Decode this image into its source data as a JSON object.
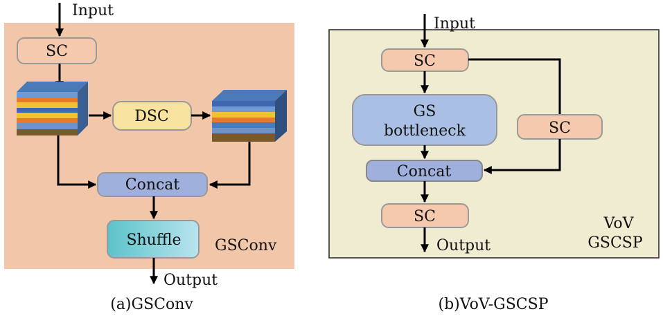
{
  "colors": {
    "panel_a_bg": "#f2c6a8",
    "panel_b_bg": "#efecd2",
    "sc_fill": "#f5c9ae",
    "dsc_fill": "#f8e2a0",
    "concat_fill": "#9fb0dd",
    "bottleneck_fill": "#a9bfe3",
    "shuffle_start": "#5cc3c9",
    "shuffle_end": "#b9e4ee"
  },
  "panel_a": {
    "input": "Input",
    "sc": "SC",
    "dsc": "DSC",
    "concat": "Concat",
    "shuffle": "Shuffle",
    "module_name": "GSConv",
    "output": "Output",
    "caption": "(a)GSConv"
  },
  "panel_b": {
    "input": "Input",
    "sc_top": "SC",
    "bottleneck_line1": "GS",
    "bottleneck_line2": "bottleneck",
    "sc_side": "SC",
    "concat": "Concat",
    "sc_bottom": "SC",
    "output": "Output",
    "module_line1": "VoV",
    "module_line2": "GSCSP",
    "caption": "(b)VoV-GSCSP"
  }
}
